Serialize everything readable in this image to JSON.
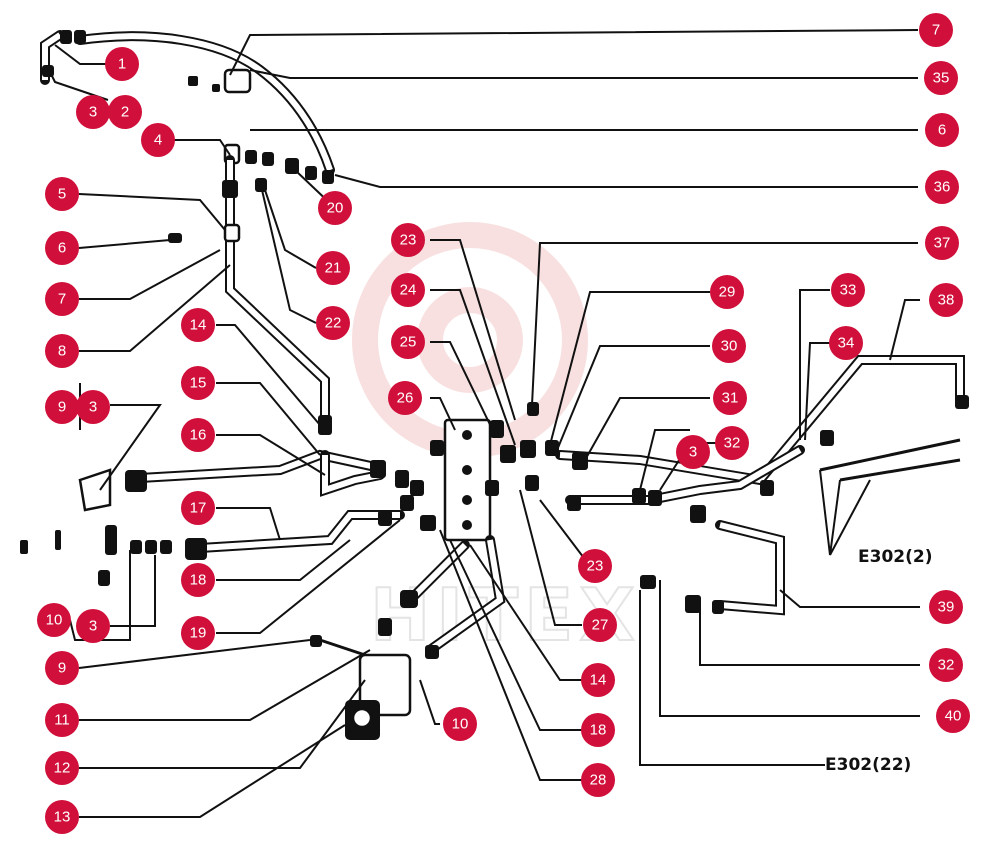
{
  "watermark": {
    "text": "HITEX"
  },
  "callouts": [
    {
      "label": "1"
    },
    {
      "label": "2"
    },
    {
      "label": "3"
    },
    {
      "label": "4"
    },
    {
      "label": "5"
    },
    {
      "label": "6"
    },
    {
      "label": "7"
    },
    {
      "label": "8"
    },
    {
      "label": "9"
    },
    {
      "label": "3"
    },
    {
      "label": "14"
    },
    {
      "label": "15"
    },
    {
      "label": "16"
    },
    {
      "label": "17"
    },
    {
      "label": "18"
    },
    {
      "label": "19"
    },
    {
      "label": "10"
    },
    {
      "label": "3"
    },
    {
      "label": "9"
    },
    {
      "label": "11"
    },
    {
      "label": "12"
    },
    {
      "label": "13"
    },
    {
      "label": "10"
    },
    {
      "label": "20"
    },
    {
      "label": "21"
    },
    {
      "label": "22"
    },
    {
      "label": "23"
    },
    {
      "label": "24"
    },
    {
      "label": "25"
    },
    {
      "label": "26"
    },
    {
      "label": "23"
    },
    {
      "label": "27"
    },
    {
      "label": "14"
    },
    {
      "label": "18"
    },
    {
      "label": "28"
    },
    {
      "label": "7"
    },
    {
      "label": "35"
    },
    {
      "label": "6"
    },
    {
      "label": "36"
    },
    {
      "label": "37"
    },
    {
      "label": "29"
    },
    {
      "label": "30"
    },
    {
      "label": "31"
    },
    {
      "label": "3"
    },
    {
      "label": "32"
    },
    {
      "label": "33"
    },
    {
      "label": "34"
    },
    {
      "label": "38"
    },
    {
      "label": "39"
    },
    {
      "label": "32"
    },
    {
      "label": "40"
    }
  ],
  "references": [
    {
      "text": "E302(2)"
    },
    {
      "text": "E302(22)"
    }
  ]
}
